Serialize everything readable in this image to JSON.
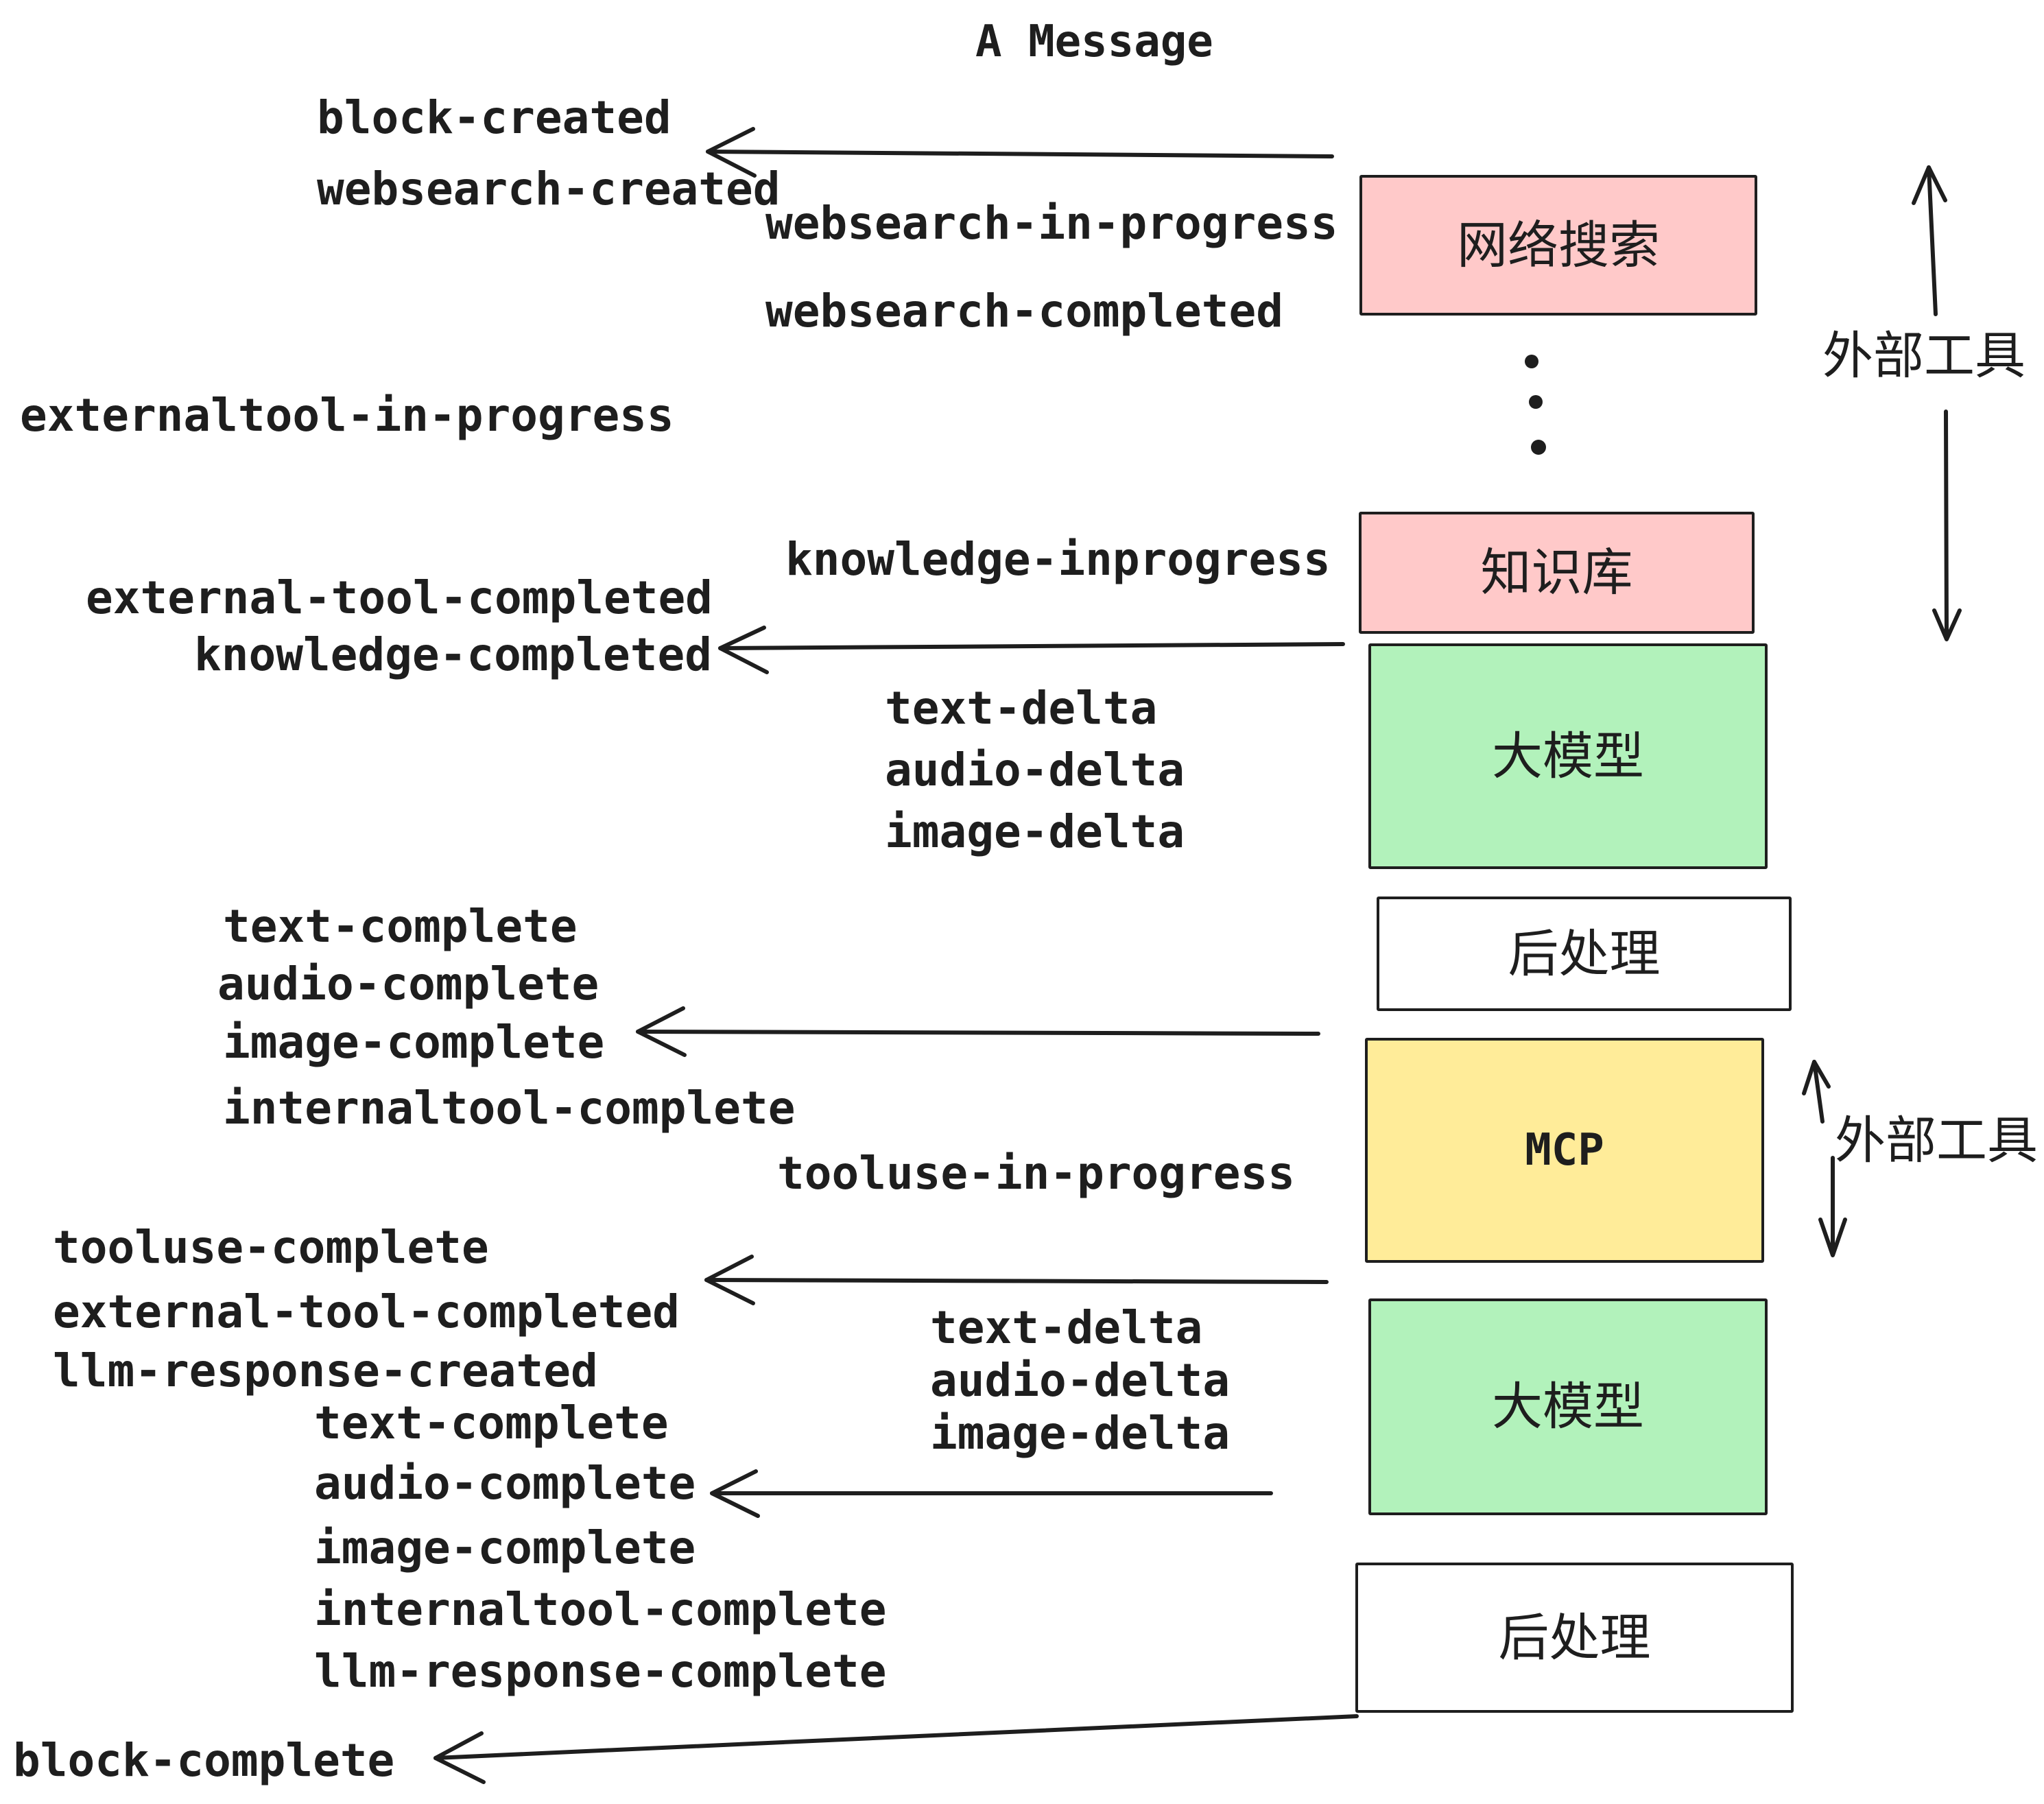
{
  "title": "A Message",
  "events": {
    "block_created": "block-created",
    "websearch_created": "websearch-created",
    "websearch_in_progress": "websearch-in-progress",
    "websearch_completed": "websearch-completed",
    "externaltool_in_progress": "externaltool-in-progress",
    "knowledge_inprogress": "knowledge-inprogress",
    "external_tool_completed_1": "external-tool-completed",
    "knowledge_completed": "knowledge-completed",
    "text_delta_1": "text-delta",
    "audio_delta_1": "audio-delta",
    "image_delta_1": "image-delta",
    "text_complete_1": "text-complete",
    "audio_complete_1": "audio-complete",
    "image_complete_1": "image-complete",
    "internaltool_complete_1": "internaltool-complete",
    "tooluse_in_progress": "tooluse-in-progress",
    "tooluse_complete": "tooluse-complete",
    "external_tool_completed_2": "external-tool-completed",
    "llm_response_created": "llm-response-created",
    "text_delta_2": "text-delta",
    "audio_delta_2": "audio-delta",
    "image_delta_2": "image-delta",
    "text_complete_2": "text-complete",
    "audio_complete_2": "audio-complete",
    "image_complete_2": "image-complete",
    "internaltool_complete_2": "internaltool-complete",
    "llm_response_complete": "llm-response-complete",
    "block_complete": "block-complete"
  },
  "boxes": {
    "websearch": {
      "label": "网络搜索",
      "fill": "#FFC9C9"
    },
    "knowledge": {
      "label": "知识库",
      "fill": "#FFC9C9"
    },
    "llm_1": {
      "label": "大模型",
      "fill": "#B2F2BB"
    },
    "post_1": {
      "label": "后处理",
      "fill": "#FFFFFF"
    },
    "mcp": {
      "label": "MCP",
      "fill": "#FFEC99"
    },
    "llm_2": {
      "label": "大模型",
      "fill": "#B2F2BB"
    },
    "post_2": {
      "label": "后处理",
      "fill": "#FFFFFF"
    }
  },
  "annotations": {
    "external_tools_top": "外部工具",
    "external_tools_bottom": "外部工具"
  },
  "colors": {
    "ink": "#1e1e1e",
    "pink": "#FFC9C9",
    "green": "#B2F2BB",
    "yellow": "#FFEC99",
    "background": "#FFFFFF"
  }
}
